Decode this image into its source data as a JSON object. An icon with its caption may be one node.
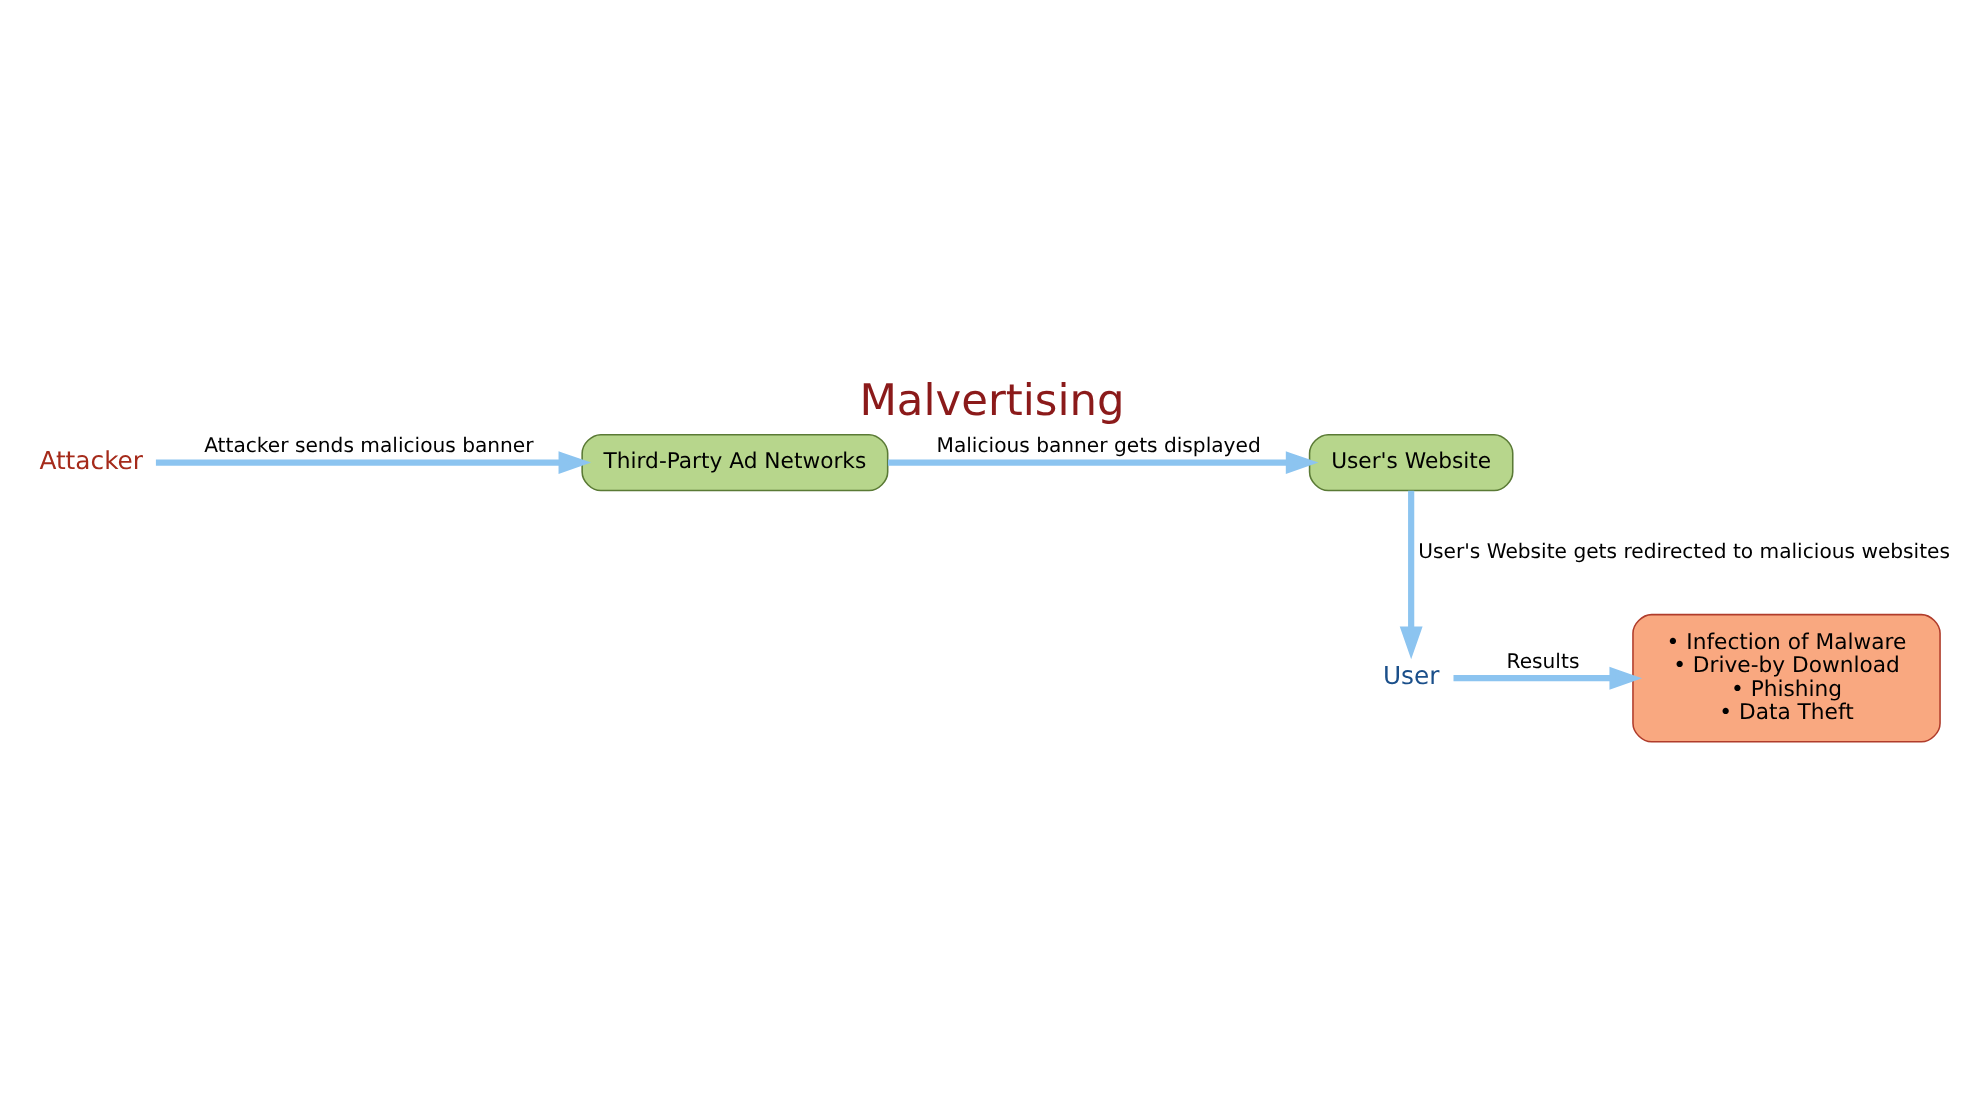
{
  "diagram": {
    "title": "Malvertising",
    "nodes": [
      {
        "text": [
          "Attacker"
        ]
      },
      {
        "text": [
          "Third-Party Ad Networks"
        ]
      },
      {
        "text": [
          "User's Website"
        ]
      },
      {
        "text": [
          "User"
        ]
      },
      {
        "text": [
          "• Infection of Malware",
          "• Drive-by Download",
          "• Phishing",
          "• Data Theft"
        ]
      }
    ],
    "edges": [
      {
        "from": 0,
        "to": 1,
        "arrow": "to",
        "label": "Attacker sends malicious banner"
      },
      {
        "from": 1,
        "to": 2,
        "arrow": "to",
        "label": "Malicious banner gets displayed"
      },
      {
        "from": 2,
        "to": 3,
        "arrow": "to",
        "label": "User's Website gets redirected to malicious websites"
      },
      {
        "from": 3,
        "to": 4,
        "arrow": "to",
        "label": "Results"
      }
    ]
  }
}
